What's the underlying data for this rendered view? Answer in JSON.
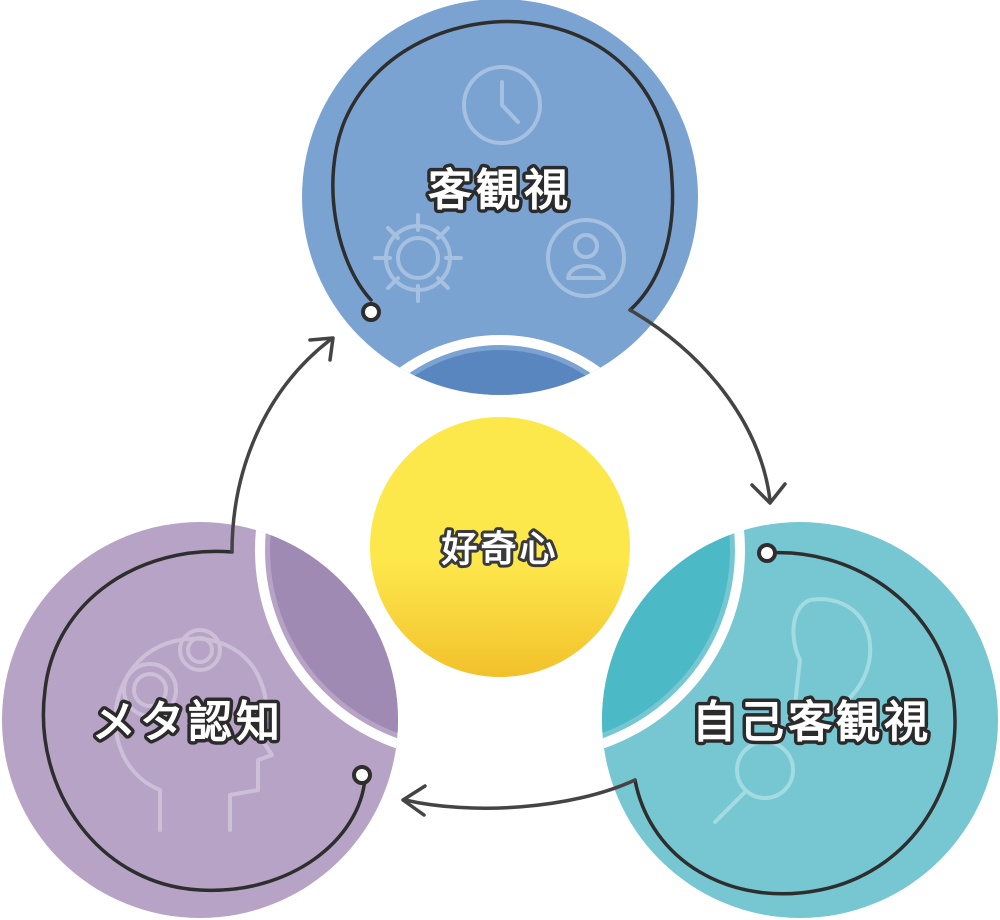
{
  "colors": {
    "top": "#7aa3d2",
    "top_band": "#5a86c0",
    "right": "#76c7d2",
    "right_band": "#4cb9c6",
    "left": "#b7a3c5",
    "left_band": "#9f8ab4",
    "center_top": "#fde84c",
    "center_bottom": "#f2c12b",
    "line": "#2e2e2e"
  },
  "nodes": {
    "top": {
      "label": "客観視",
      "icons": [
        "clock-icon",
        "gear-icon",
        "person-icon"
      ]
    },
    "right": {
      "label": "自己客観視",
      "icons": [
        "face-profile-icon",
        "magnifier-icon"
      ]
    },
    "left": {
      "label": "メタ認知",
      "icons": [
        "head-gears-icon"
      ]
    },
    "center": {
      "label": "好奇心"
    }
  }
}
